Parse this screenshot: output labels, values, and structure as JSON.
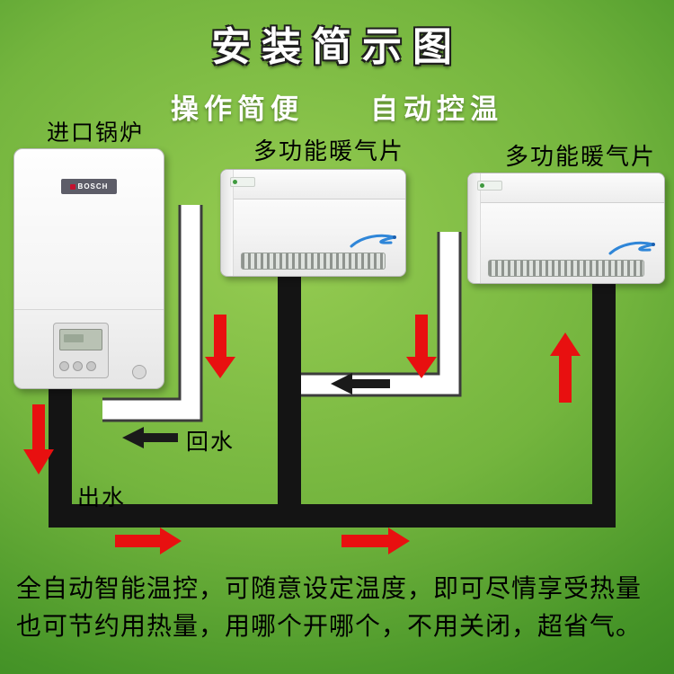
{
  "header": {
    "title": "安装简示图",
    "subtitle_left": "操作简便",
    "subtitle_right": "自动控温"
  },
  "labels": {
    "boiler": "进口锅炉",
    "radiator_left": "多功能暖气片",
    "radiator_right": "多功能暖气片",
    "return_water": "回水",
    "supply_water": "出水"
  },
  "boiler": {
    "brand": "BOSCH"
  },
  "footer": {
    "line1": "全自动智能温控，可随意设定温度，即可尽情享受热量",
    "line2": "也可节约用热量，用哪个开哪个，不用关闭，超省气。"
  },
  "colors": {
    "background_center": "#96cc52",
    "background_edge": "#2c7c1c",
    "pipe_black": "#141414",
    "pipe_white": "#ffffff",
    "arrow_red": "#e81010",
    "arrow_black": "#1a1a1a",
    "title_text": "#ffffff"
  }
}
